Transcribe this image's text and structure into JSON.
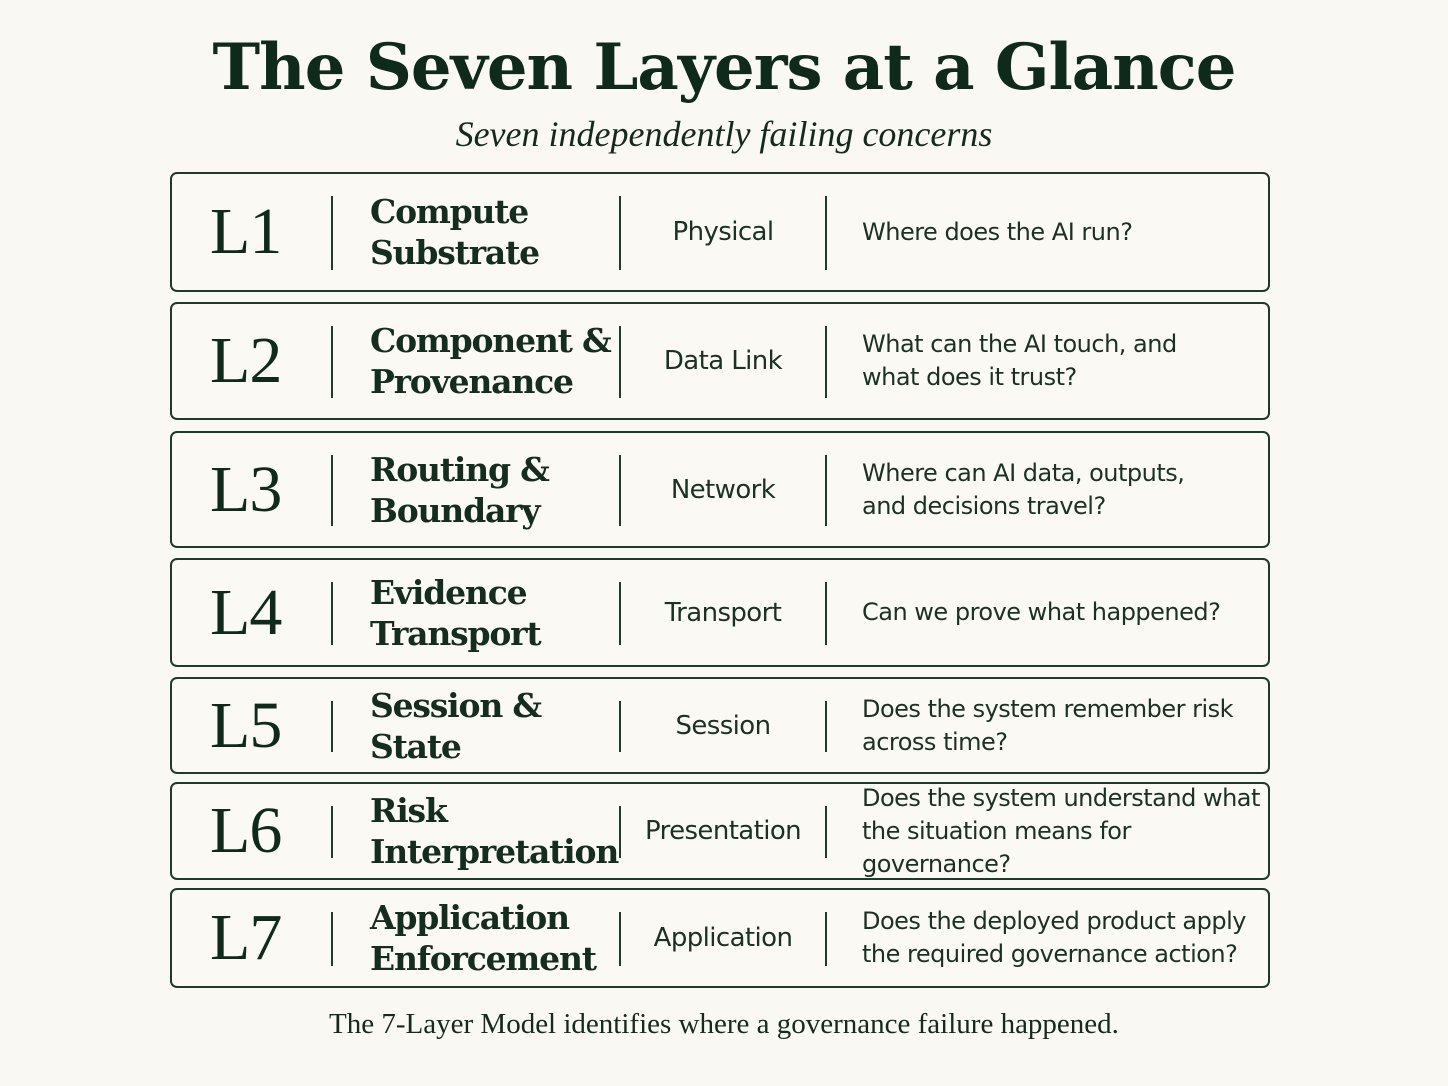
{
  "header": {
    "title": "The Seven Layers at a Glance",
    "subtitle": "Seven independently failing concerns"
  },
  "layers": [
    {
      "id": "L1",
      "name_lines": [
        "Compute",
        "Substrate"
      ],
      "osi": "Physical",
      "question_lines": [
        "Where does the AI run?"
      ]
    },
    {
      "id": "L2",
      "name_lines": [
        "Component &",
        "Provenance"
      ],
      "osi": "Data Link",
      "question_lines": [
        "What can the AI touch, and",
        "what does it trust?"
      ]
    },
    {
      "id": "L3",
      "name_lines": [
        "Routing &",
        "Boundary"
      ],
      "osi": "Network",
      "question_lines": [
        "Where can AI data, outputs,",
        "and decisions travel?"
      ]
    },
    {
      "id": "L4",
      "name_lines": [
        "Evidence",
        "Transport"
      ],
      "osi": "Transport",
      "question_lines": [
        "Can we prove what happened?"
      ]
    },
    {
      "id": "L5",
      "name_lines": [
        "Session & State"
      ],
      "osi": "Session",
      "question_lines": [
        "Does the system remember risk",
        "across time?"
      ]
    },
    {
      "id": "L6",
      "name_lines": [
        "Risk",
        "Interpretation"
      ],
      "osi": "Presentation",
      "question_lines": [
        "Does the system understand what",
        "the situation means for governance?"
      ]
    },
    {
      "id": "L7",
      "name_lines": [
        "Application",
        "Enforcement"
      ],
      "osi": "Application",
      "question_lines": [
        "Does the deployed product apply",
        "the required governance action?"
      ]
    }
  ],
  "footer": {
    "note": "The 7-Layer Model identifies where a governance failure happened."
  }
}
